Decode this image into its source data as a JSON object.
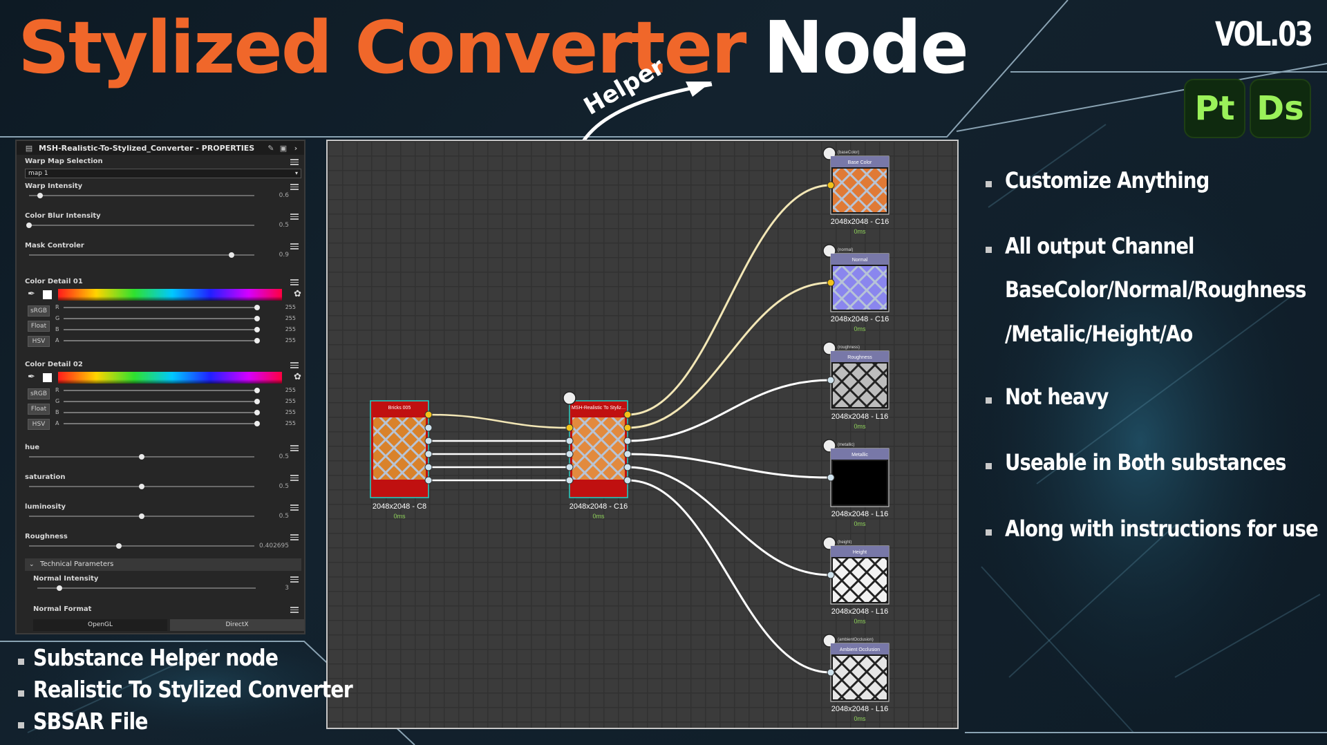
{
  "title": {
    "orange": "Stylized Converter",
    "white": "Node"
  },
  "vol": "VOL.03",
  "helper": "Helper",
  "badges": {
    "pt": "Pt",
    "ds": "Ds"
  },
  "colors": {
    "accent_orange": "#f0672a",
    "badge_green": "#9bf15a",
    "badge_bg": "#0f2a0f"
  },
  "properties": {
    "title": "MSH-Realistic-To-Stylized_Converter - PROPERTIES",
    "warp_map": {
      "label": "Warp Map Selection",
      "value": "map 1"
    },
    "sliders": [
      {
        "label": "Warp Intensity",
        "value": "0.6",
        "fraction": 0.05
      },
      {
        "label": "Color Blur Intensity",
        "value": "0.5",
        "fraction": 0.0
      },
      {
        "label": "Mask Controler",
        "value": "0.9",
        "fraction": 0.9
      }
    ],
    "color_detail_01": {
      "label": "Color Detail 01"
    },
    "color_detail_02": {
      "label": "Color Detail 02"
    },
    "modes": [
      "sRGB",
      "Float",
      "HSV"
    ],
    "channels": [
      {
        "name": "R",
        "value": "255"
      },
      {
        "name": "G",
        "value": "255"
      },
      {
        "name": "B",
        "value": "255"
      },
      {
        "name": "A",
        "value": "255"
      }
    ],
    "sliders2": [
      {
        "label": "hue",
        "value": "0.5",
        "fraction": 0.5
      },
      {
        "label": "saturation",
        "value": "0.5",
        "fraction": 0.5
      },
      {
        "label": "luminosity",
        "value": "0.5",
        "fraction": 0.5
      },
      {
        "label": "Roughness",
        "value": "0.402695",
        "fraction": 0.4
      }
    ],
    "technical": "Technical Parameters",
    "normal_intensity": {
      "label": "Normal Intensity",
      "value": "3",
      "fraction": 0.1
    },
    "normal_format": {
      "label": "Normal Format",
      "opengl": "OpenGL",
      "directx": "DirectX"
    }
  },
  "graph": {
    "input_node": {
      "title": "Bricks 005",
      "caption": "2048x2048 - C8",
      "time": "0ms"
    },
    "converter_node": {
      "title": "MSH-Realistic To Styliz...",
      "caption": "2048x2048 - C16",
      "time": "0ms"
    },
    "outputs": [
      {
        "tag": "(baseColor)",
        "title": "Base Color",
        "caption": "2048x2048 - C16",
        "time": "0ms",
        "color": "#e07a36"
      },
      {
        "tag": "(normal)",
        "title": "Normal",
        "caption": "2048x2048 - C16",
        "time": "0ms",
        "color": "#8a86ee"
      },
      {
        "tag": "(roughness)",
        "title": "Roughness",
        "caption": "2048x2048 - L16",
        "time": "0ms",
        "color": "#bdbdbd"
      },
      {
        "tag": "(metallic)",
        "title": "Metallic",
        "caption": "2048x2048 - L16",
        "time": "0ms",
        "color": "#000000"
      },
      {
        "tag": "(height)",
        "title": "Height",
        "caption": "2048x2048 - L16",
        "time": "0ms",
        "color": "#f2f2f2"
      },
      {
        "tag": "(ambientOcclusion)",
        "title": "Ambient Occlusion",
        "caption": "2048x2048 - L16",
        "time": "0ms",
        "color": "#e6e6e6"
      }
    ]
  },
  "features": [
    "Customize Anything",
    "All output Channel",
    "Not heavy",
    "Useable in Both substances",
    "Along with instructions for use"
  ],
  "feature_sublines": [
    "BaseColor/Normal/Roughness",
    "/Metalic/Height/Ao"
  ],
  "bottom_list": [
    "Substance Helper node",
    "Realistic To Stylized Converter",
    "SBSAR File"
  ]
}
